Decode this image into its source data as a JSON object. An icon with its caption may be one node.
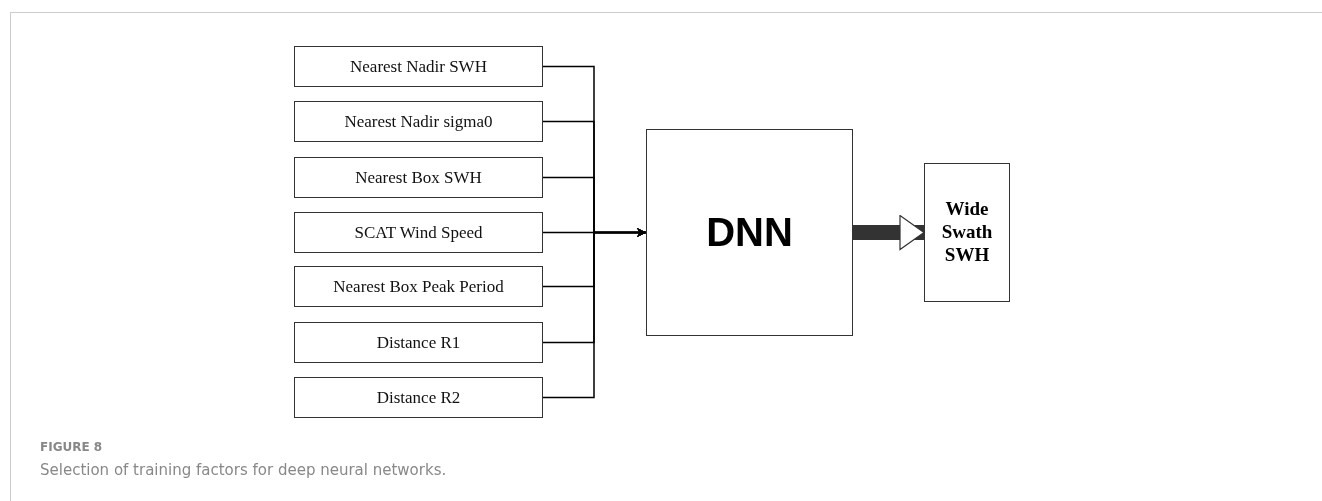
{
  "diagram": {
    "caption": "Selection of training factors for deep neural networks.",
    "nodes": [
      {
        "text": [
          "Nearest Nadir SWH"
        ]
      },
      {
        "text": [
          "Nearest Nadir sigma0"
        ]
      },
      {
        "text": [
          "Nearest Box SWH"
        ]
      },
      {
        "text": [
          "SCAT Wind Speed"
        ]
      },
      {
        "text": [
          "Nearest Box Peak Period"
        ]
      },
      {
        "text": [
          "Distance R1"
        ]
      },
      {
        "text": [
          "Distance R2"
        ]
      },
      {
        "text": [
          "DNN"
        ]
      },
      {
        "text": [
          "Wide Swath SWH"
        ]
      }
    ],
    "edges": [
      {
        "from": 0,
        "to": 7,
        "arrow": "to"
      },
      {
        "from": 1,
        "to": 7,
        "arrow": "to"
      },
      {
        "from": 2,
        "to": 7,
        "arrow": "to"
      },
      {
        "from": 3,
        "to": 7,
        "arrow": "to"
      },
      {
        "from": 4,
        "to": 7,
        "arrow": "to"
      },
      {
        "from": 5,
        "to": 7,
        "arrow": "to"
      },
      {
        "from": 6,
        "to": 7,
        "arrow": "to"
      },
      {
        "from": 7,
        "to": 8,
        "arrow": "to",
        "style": "thick"
      }
    ],
    "labels": [
      "FIGURE 8"
    ]
  }
}
